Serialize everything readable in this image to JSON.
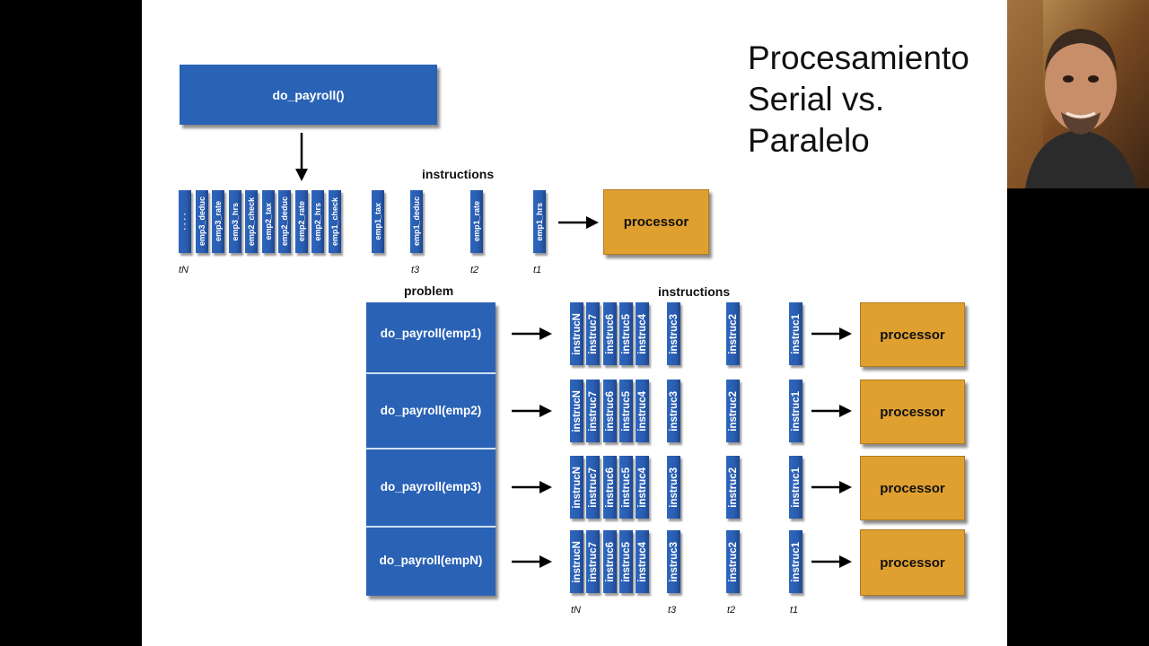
{
  "slide_title": [
    "Procesamiento",
    "Serial vs.",
    "Paralelo"
  ],
  "serial": {
    "top_box": "do_payroll()",
    "instructions_label": "instructions",
    "bars": [
      "· · · ·",
      "emp3_deduc",
      "emp3_rate",
      "emp3_hrs",
      "emp2_check",
      "emp2_tax",
      "emp2_deduc",
      "emp2_rate",
      "emp2_hrs",
      "emp1_check",
      "emp1_tax",
      "emp1_deduc",
      "emp1_rate",
      "emp1_hrs"
    ],
    "time_labels": [
      "tN",
      "t3",
      "t2",
      "t1"
    ],
    "processor": "processor"
  },
  "parallel": {
    "problem_label": "problem",
    "instructions_label": "instructions",
    "rows": [
      {
        "task": "do_payroll(emp1)",
        "processor": "processor"
      },
      {
        "task": "do_payroll(emp2)",
        "processor": "processor"
      },
      {
        "task": "do_payroll(emp3)",
        "processor": "processor"
      },
      {
        "task": "do_payroll(empN)",
        "processor": "processor"
      }
    ],
    "bars": [
      "instrucN",
      "instruc7",
      "instruc6",
      "instruc5",
      "instruc4",
      "instruc3",
      "instruc2",
      "instruc1"
    ],
    "time_labels": [
      "tN",
      "t3",
      "t2",
      "t1"
    ]
  },
  "colors": {
    "task_blue": "#2a62b6",
    "processor_orange": "#e0a030"
  },
  "icons": {
    "webcam": "presenter-webcam",
    "arrow": "arrow-right-icon",
    "arrow_down": "arrow-down-icon"
  }
}
